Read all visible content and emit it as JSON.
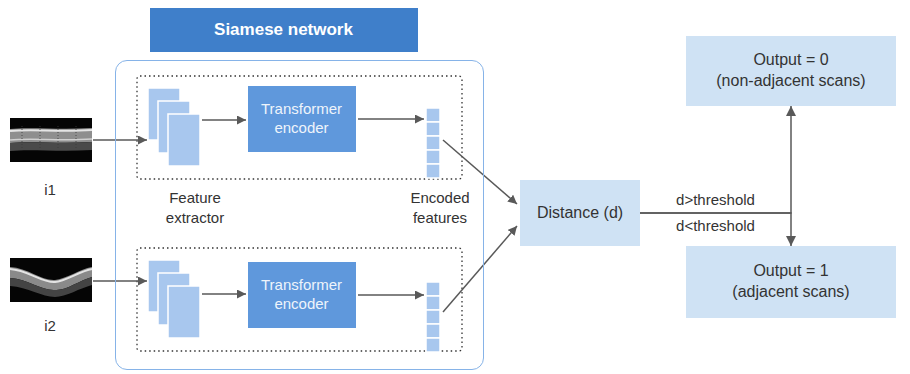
{
  "diagram": {
    "nodes": [
      {
        "text": [
          "Siamese network"
        ]
      },
      {
        "text": [
          "Transformer encoder"
        ],
        "in": 0
      },
      {
        "text": [
          "Transformer encoder"
        ],
        "in": 0
      },
      {
        "text": [
          "Distance (d)"
        ]
      },
      {
        "text": [
          "Output = 0",
          "(non-adjacent scans)"
        ]
      },
      {
        "text": [
          "Output = 1",
          "(adjacent scans)"
        ]
      }
    ],
    "edges": [
      {
        "from": 3,
        "to": 4,
        "arrow": "to",
        "label": "d>threshold"
      },
      {
        "from": 3,
        "to": 5,
        "arrow": "to",
        "label": "d<threshold"
      }
    ],
    "labels": [
      "i1",
      "i2",
      "Feature extractor",
      "Encoded features"
    ]
  }
}
